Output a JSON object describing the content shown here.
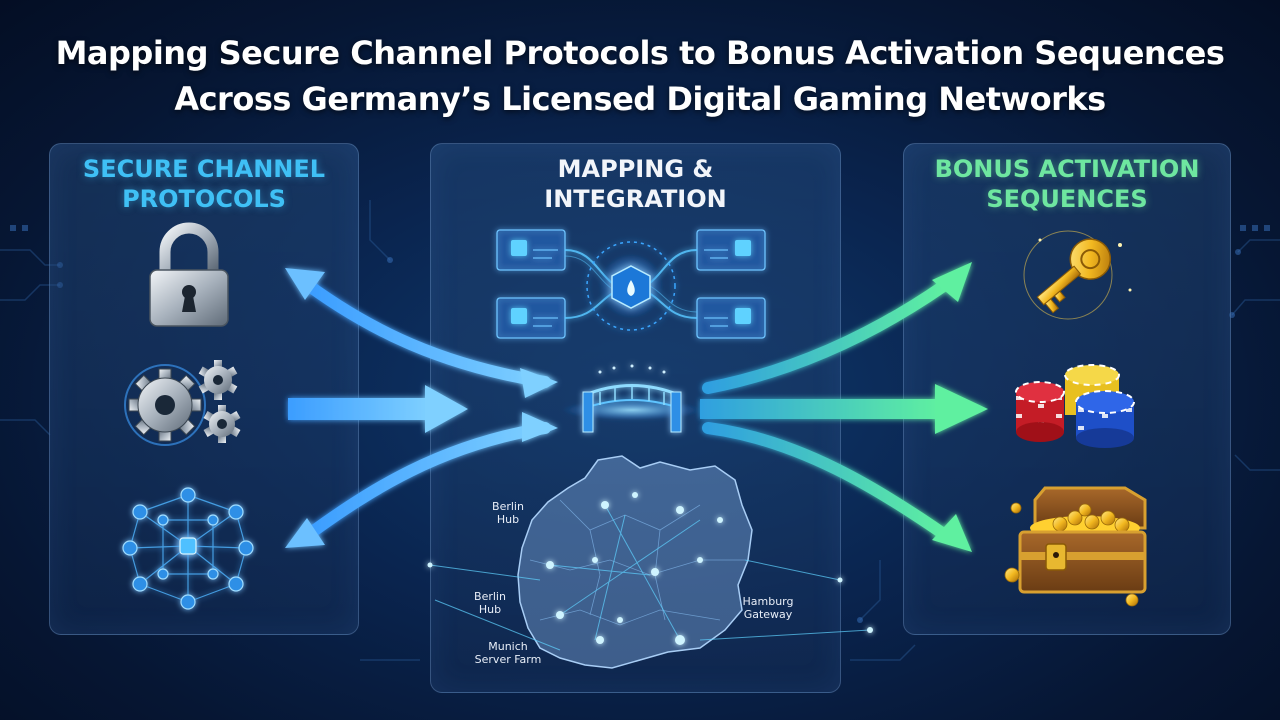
{
  "title_line1": "Mapping Secure Channel Protocols to Bonus Activation Sequences",
  "title_line2": "Across Germany’s Licensed Digital Gaming Networks",
  "left_panel": {
    "heading": "SECURE CHANNEL\nPROTOCOLS",
    "icons": [
      "padlock-icon",
      "gears-icon",
      "network-mesh-icon"
    ]
  },
  "middle_panel": {
    "heading": "MAPPING &\nINTEGRATION",
    "icons": [
      "integration-hub-icon",
      "bridge-icon",
      "germany-map"
    ],
    "map_labels": [
      {
        "id": "berlin-1",
        "text": "Berlin\nHub"
      },
      {
        "id": "berlin-2",
        "text": "Berlin\nHub"
      },
      {
        "id": "hamburg",
        "text": "Hamburg\nGateway"
      },
      {
        "id": "munich",
        "text": "Munich\nServer Farm"
      }
    ]
  },
  "right_panel": {
    "heading": "BONUS ACTIVATION\nSEQUENCES",
    "icons": [
      "golden-key-icon",
      "casino-chips-icon",
      "treasure-chest-icon"
    ]
  },
  "colors": {
    "background": "#0a2550",
    "left_accent": "#3fc0f5",
    "right_accent": "#6ee6a0",
    "arrow_blue": "#3b9dff",
    "arrow_green": "#4de0a0"
  }
}
